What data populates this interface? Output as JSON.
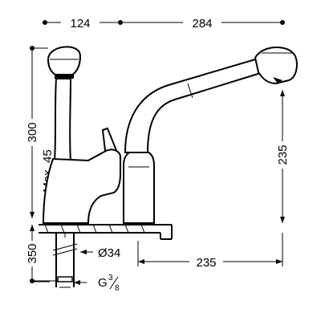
{
  "dimensions": {
    "top_left_width": "124",
    "top_right_width": "284",
    "total_height": "300",
    "max_height": "Max. 45",
    "spout_height": "235",
    "lower_height": "350",
    "diameter": "Ø34",
    "spout_reach": "235",
    "thread_prefix": "G",
    "thread_num": "3",
    "thread_den": "8"
  }
}
